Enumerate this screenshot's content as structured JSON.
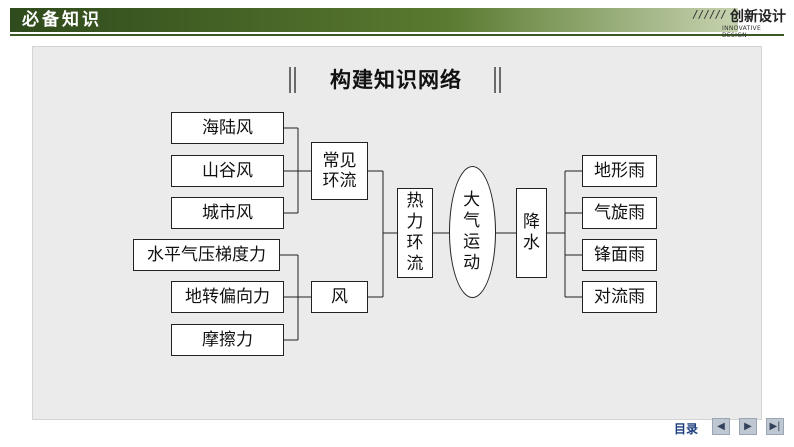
{
  "header": {
    "title": "必备知识"
  },
  "brand": {
    "mark": "//////",
    "title": "创新设计",
    "subtitle": "INNOVATIVE DESIGN"
  },
  "diagram": {
    "title": "构建知识网络",
    "left_top": [
      "海陆风",
      "山谷风",
      "城市风"
    ],
    "left_bottom": [
      "水平气压梯度力",
      "地转偏向力",
      "摩擦力"
    ],
    "common_circulation": "常见环流",
    "wind": "风",
    "thermal_circulation": "热力环流",
    "atmospheric_motion": "大气运动",
    "precipitation": "降水",
    "rain_types": [
      "地形雨",
      "气旋雨",
      "锋面雨",
      "对流雨"
    ]
  },
  "nav": {
    "contents": "目录",
    "prev": "◀",
    "next": "▶",
    "end": "▶|"
  },
  "colors": {
    "header_dark": "#2f4a1c",
    "panel_bg": "#ebebeb",
    "nav_blue": "#1c3e7c"
  }
}
